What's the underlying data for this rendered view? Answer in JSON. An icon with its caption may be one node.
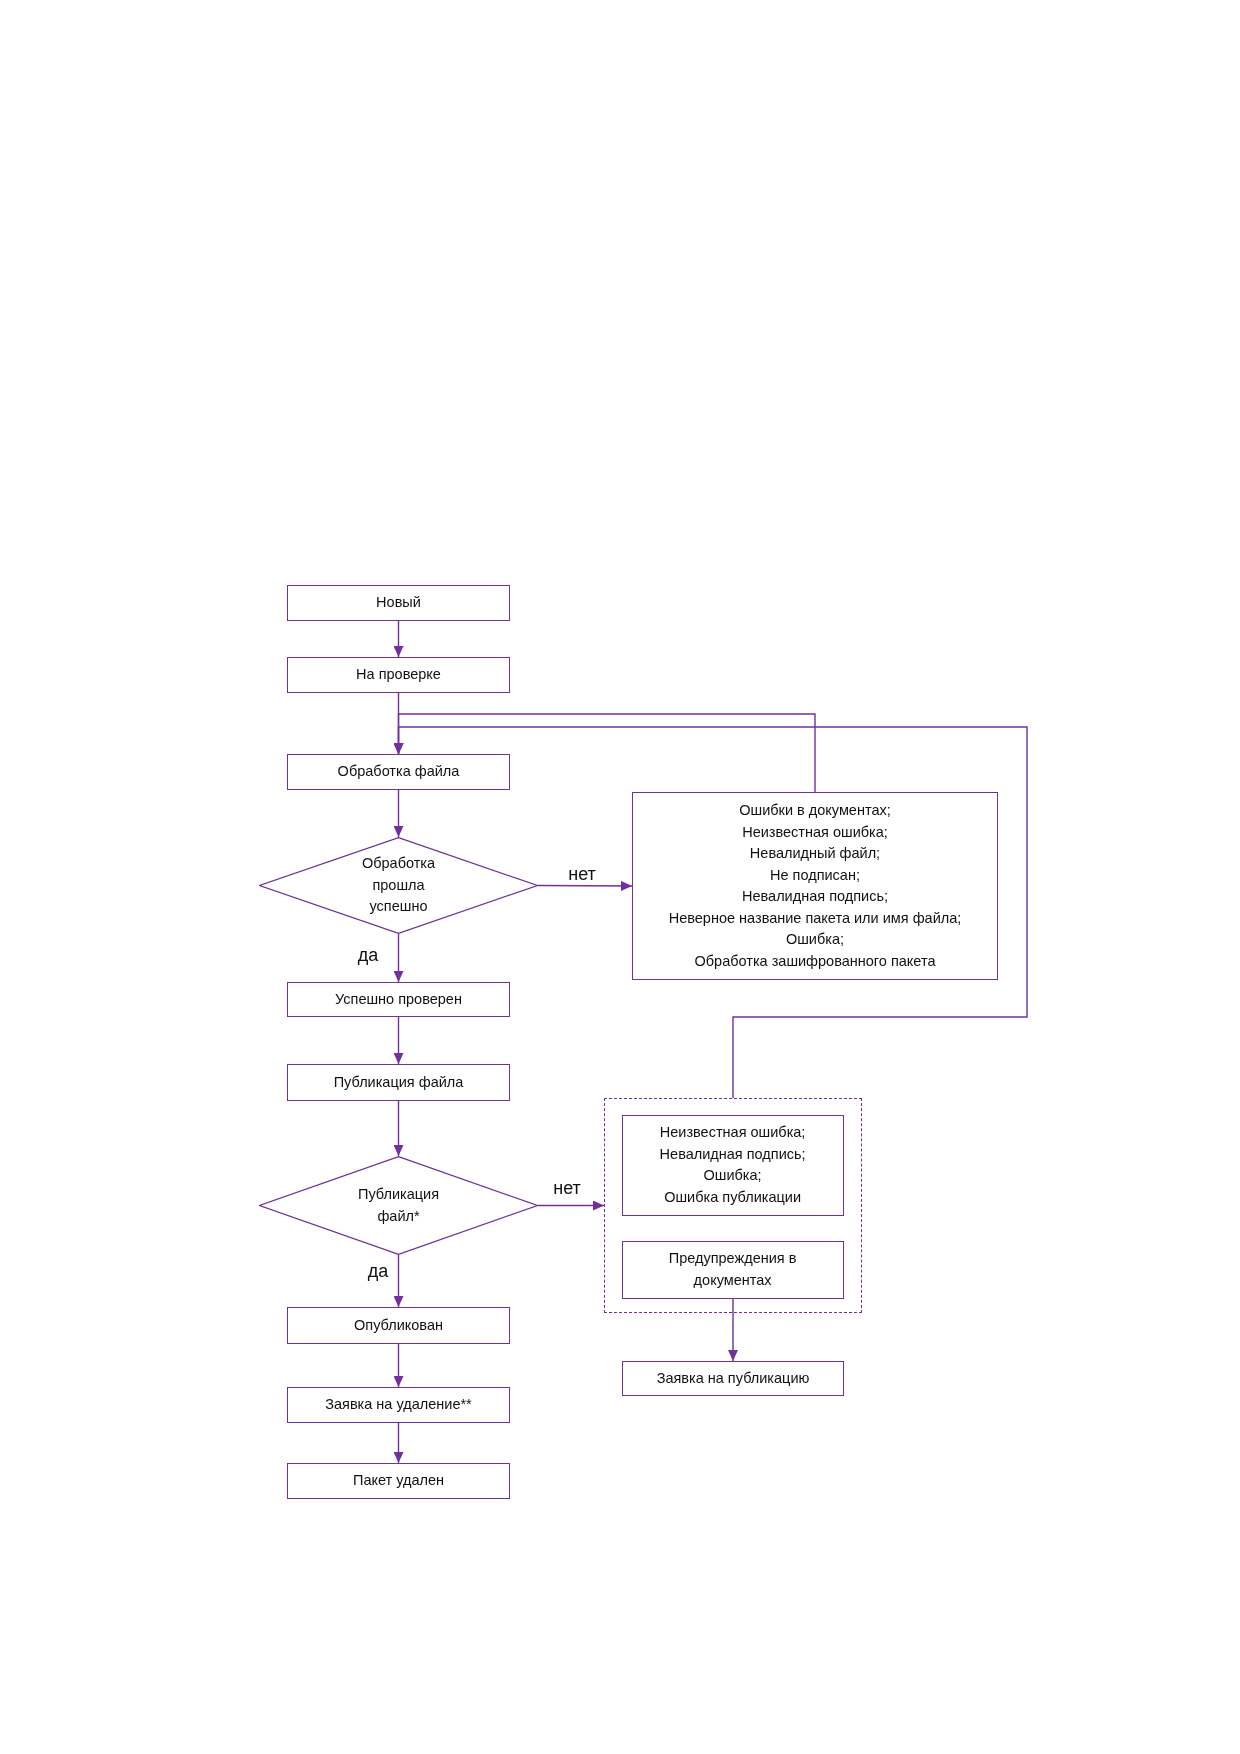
{
  "diagram": {
    "nodes": [
      {
        "text": [
          "Новый"
        ]
      },
      {
        "text": [
          "На проверке"
        ]
      },
      {
        "text": [
          "Обработка файла"
        ]
      },
      {
        "text": [
          "Обработка прошла успешно"
        ]
      },
      {
        "text": [
          "Ошибки в документах;",
          "Неизвестная ошибка;",
          "Невалидный файл;",
          "Не подписан;",
          "Невалидная подпись;",
          "Неверное название пакета или имя файла;",
          "Ошибка;",
          "Обработка зашифрованного пакета"
        ]
      },
      {
        "text": [
          "Успешно проверен"
        ]
      },
      {
        "text": [
          "Публикация файла"
        ]
      },
      {
        "text": [
          "Публикация файл*"
        ]
      },
      {
        "text": [],
        "shape": "box"
      },
      {
        "text": [
          "Неизвестная ошибка;",
          "Невалидная подпись;",
          "Ошибка;",
          "Ошибка публикации"
        ],
        "in": 8
      },
      {
        "text": [
          "Предупреждения в документах"
        ],
        "in": 8
      },
      {
        "text": [
          "Опубликован"
        ]
      },
      {
        "text": [
          "Заявка на удаление**"
        ]
      },
      {
        "text": [
          "Пакет удален"
        ]
      },
      {
        "text": [
          "Заявка на публикацию"
        ]
      }
    ],
    "edges": [
      {
        "from": 0,
        "to": 1,
        "arrow": "to"
      },
      {
        "from": 1,
        "to": 2,
        "arrow": "to"
      },
      {
        "from": 2,
        "to": 3,
        "arrow": "to"
      },
      {
        "from": 3,
        "to": 4,
        "arrow": "to",
        "label": "нет"
      },
      {
        "from": 3,
        "to": 5,
        "arrow": "to",
        "label": "да"
      },
      {
        "from": 4,
        "to": 2,
        "arrow": "to"
      },
      {
        "from": 5,
        "to": 6,
        "arrow": "to"
      },
      {
        "from": 6,
        "to": 7,
        "arrow": "to"
      },
      {
        "from": 7,
        "to": 8,
        "arrow": "to",
        "label": "нет"
      },
      {
        "from": 7,
        "to": 11,
        "arrow": "to",
        "label": "да"
      },
      {
        "from": 8,
        "to": 2,
        "arrow": "to"
      },
      {
        "from": 10,
        "to": 14,
        "arrow": "to"
      },
      {
        "from": 11,
        "to": 12,
        "arrow": "to"
      },
      {
        "from": 12,
        "to": 13,
        "arrow": "to"
      }
    ]
  }
}
